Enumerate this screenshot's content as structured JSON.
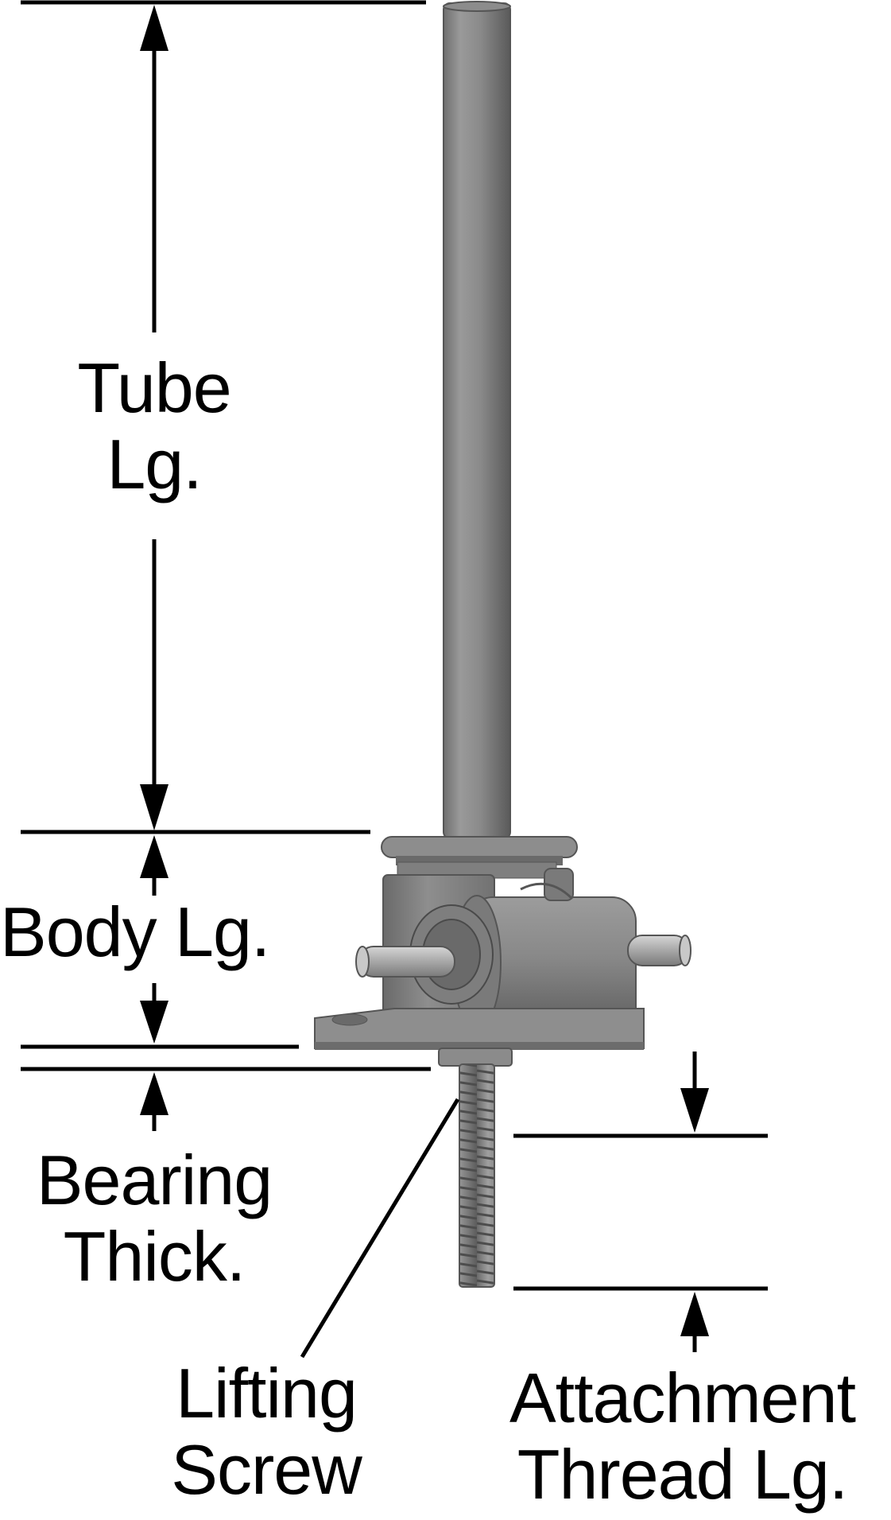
{
  "labels": {
    "tube_line1": "Tube",
    "tube_line2": "Lg.",
    "body": "Body Lg.",
    "bearing_line1": "Bearing",
    "bearing_line2": "Thick.",
    "lifting_line1": "Lifting",
    "lifting_line2": "Screw",
    "attach_line1": "Attachment",
    "attach_line2": "Thread Lg."
  },
  "colors": {
    "metal": "#8a8a8a",
    "metal_light": "#b4b4b4",
    "metal_dark": "#5e5e5e",
    "line": "#000000"
  }
}
